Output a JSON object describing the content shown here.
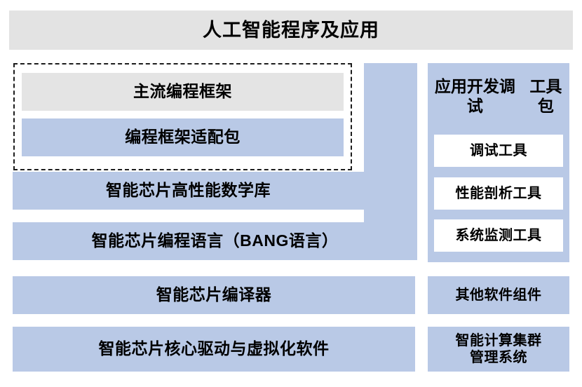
{
  "diagram": {
    "title": "人工智能程序及应用",
    "colors": {
      "title_background": "#e3e3e3",
      "block_blue": "#b9c9e6",
      "block_gray": "#e4e4e4",
      "block_white": "#ffffff",
      "dashed_border": "#1c1c1c",
      "text": "#000000"
    },
    "left_stack": {
      "framework_group": {
        "border_style": "dashed",
        "items": [
          {
            "label": "主流编程框架",
            "style": "gray"
          },
          {
            "label": "编程框架适配包",
            "style": "blue"
          }
        ]
      },
      "rows": [
        {
          "label": "智能芯片高性能数学库",
          "style": "blue"
        },
        {
          "label": "智能芯片编程语言（BANG语言）",
          "style": "blue"
        },
        {
          "label": "智能芯片编译器",
          "style": "blue"
        },
        {
          "label": "智能芯片核心驱动与虚拟化软件",
          "style": "blue"
        }
      ]
    },
    "right_stack": {
      "devtools_panel": {
        "title_line1": "应用开发调试",
        "title_line2": "工具包",
        "title_full": "应用开发调试工具包",
        "tools": [
          {
            "label": "调试工具",
            "style": "white"
          },
          {
            "label": "性能剖析工具",
            "style": "white"
          },
          {
            "label": "系统监测工具",
            "style": "white"
          }
        ]
      },
      "rows": [
        {
          "label": "其他软件组件",
          "style": "blue"
        },
        {
          "label_line1": "智能计算集群",
          "label_line2": "管理系统",
          "label_full": "智能计算集群管理系统",
          "style": "blue"
        }
      ]
    }
  }
}
